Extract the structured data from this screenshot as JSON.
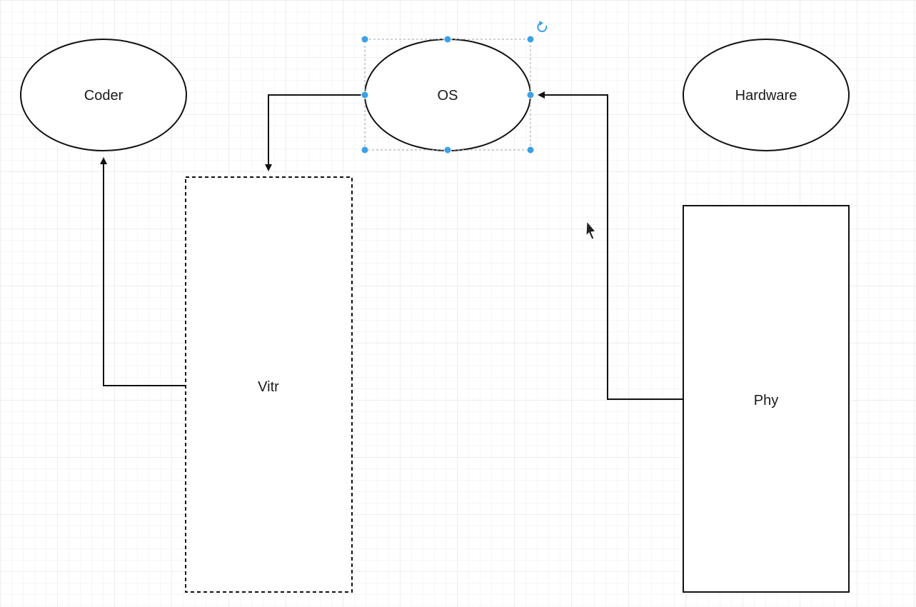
{
  "diagram": {
    "nodes": {
      "coder": {
        "label": "Coder",
        "shape": "ellipse"
      },
      "os": {
        "label": "OS",
        "shape": "ellipse",
        "selected": true
      },
      "hardware": {
        "label": "Hardware",
        "shape": "ellipse"
      },
      "vitr": {
        "label": "Vitr",
        "shape": "rectangle",
        "border": "dashed"
      },
      "phy": {
        "label": "Phy",
        "shape": "rectangle",
        "border": "solid"
      }
    },
    "edges": [
      {
        "from": "vitr",
        "to": "coder"
      },
      {
        "from": "os",
        "to": "vitr"
      },
      {
        "from": "phy",
        "to": "os"
      }
    ],
    "colors": {
      "grid": "#e6e6e6",
      "stroke": "#111111",
      "selection_handle": "#3ba0e6"
    },
    "icons": {
      "rotate_handle": "rotate-icon",
      "cursor": "mouse-pointer-icon"
    }
  }
}
